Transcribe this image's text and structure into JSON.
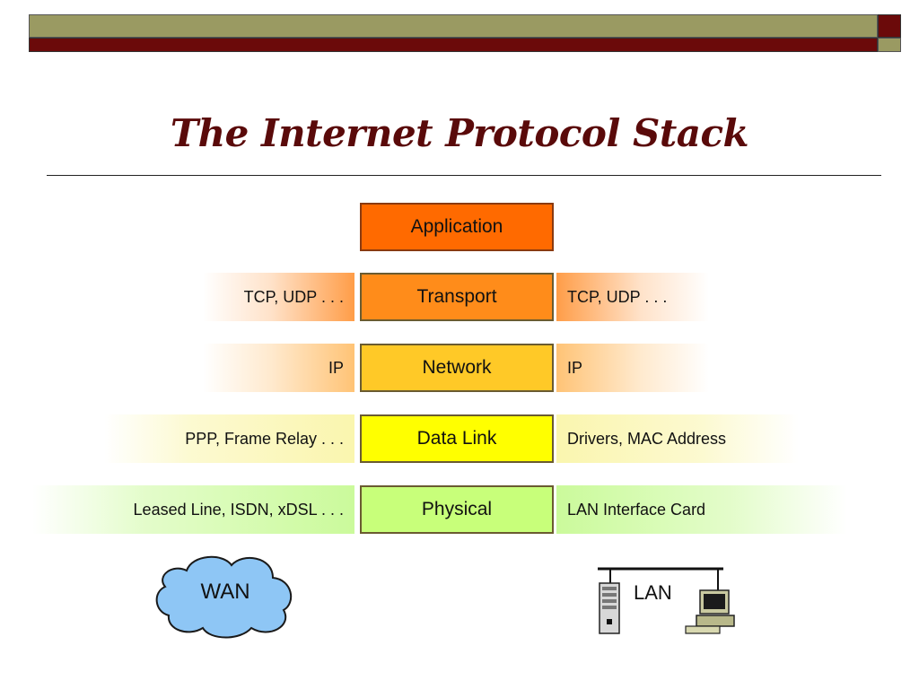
{
  "title": "The Internet Protocol Stack",
  "colors": {
    "title": "#5a0a0a",
    "application": "#ff6a00",
    "transport": "#ff8c1a",
    "network": "#ffc927",
    "datalink": "#ffff00",
    "physical": "#c8ff7a"
  },
  "layers": [
    {
      "name": "Application",
      "left": "",
      "right": ""
    },
    {
      "name": "Transport",
      "left": "TCP, UDP . . .",
      "right": "TCP, UDP . . ."
    },
    {
      "name": "Network",
      "left": "IP",
      "right": "IP"
    },
    {
      "name": "Data Link",
      "left": "PPP, Frame Relay . . .",
      "right": "Drivers, MAC Address"
    },
    {
      "name": "Physical",
      "left": "Leased Line, ISDN, xDSL . . .",
      "right": "LAN Interface Card"
    }
  ],
  "wan": {
    "label": "WAN",
    "icon": "cloud-icon"
  },
  "lan": {
    "label": "LAN",
    "icon": "lan-network-icon"
  }
}
